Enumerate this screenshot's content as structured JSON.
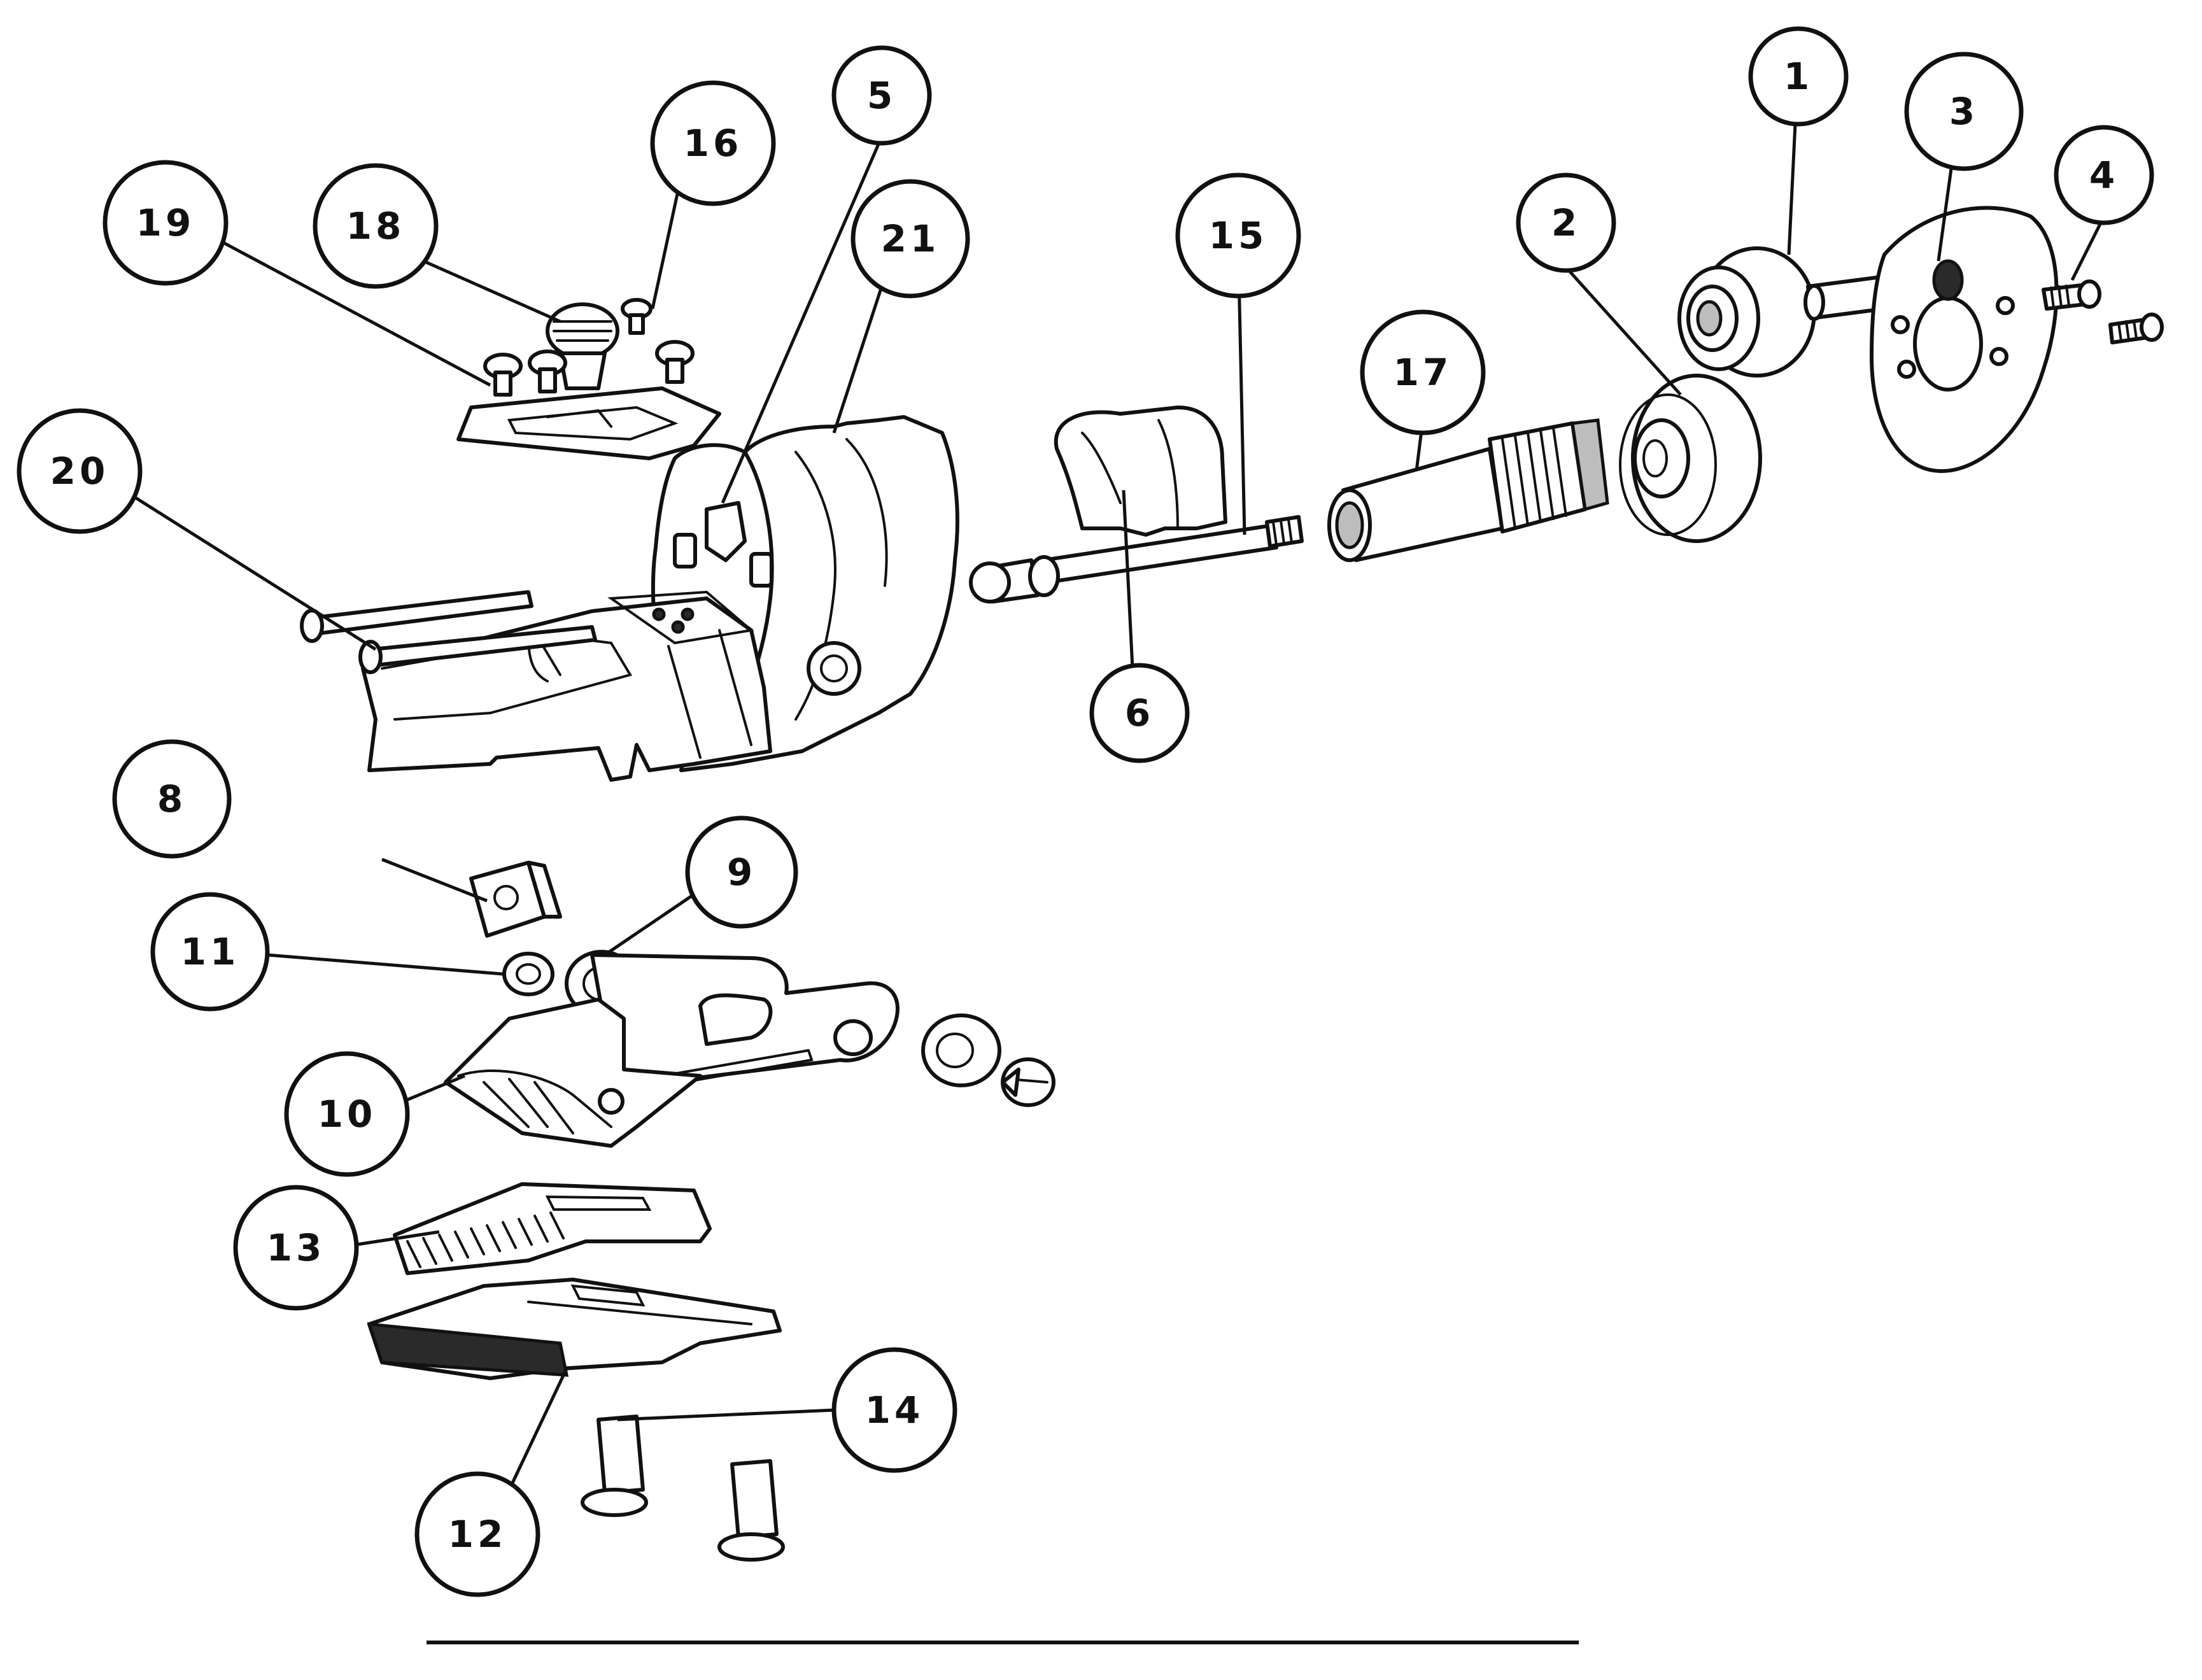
{
  "callouts": {
    "c1": "1",
    "c2": "2",
    "c3": "3",
    "c4": "4",
    "c5": "5",
    "c6": "6",
    "c8": "8",
    "c9": "9",
    "c10": "10",
    "c11": "11",
    "c12": "12",
    "c13": "13",
    "c14": "14",
    "c15": "15",
    "c16": "16",
    "c17": "17",
    "c18": "18",
    "c19": "19",
    "c20": "20",
    "c21": "21"
  },
  "colors": {
    "ink": "#111111",
    "paper": "#ffffff"
  }
}
